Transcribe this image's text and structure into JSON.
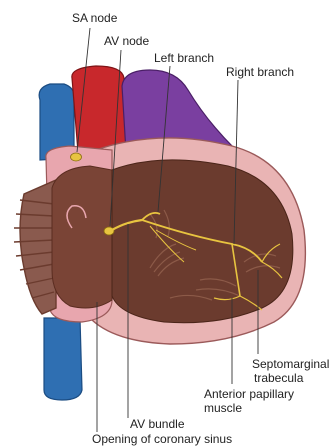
{
  "labels": {
    "sa_node": "SA node",
    "av_node": "AV node",
    "left_branch": "Left branch",
    "right_branch": "Right branch",
    "septomarginal_line1": "Septomarginal",
    "septomarginal_line2": "trabecula",
    "anterior_papillary_line1": "Anterior papillary",
    "anterior_papillary_line2": "muscle",
    "av_bundle": "AV bundle",
    "coronary_sinus": "Opening of coronary sinus"
  },
  "colors": {
    "svc_ivc": "#2f6fb2",
    "aorta": "#c8282c",
    "pulmonary_trunk": "#7a3fa0",
    "heart_wall": "#e9b4b4",
    "chamber_interior": "#6b3b2e",
    "atrium": "#e8a6ae",
    "conduction_system": "#e8c440"
  }
}
